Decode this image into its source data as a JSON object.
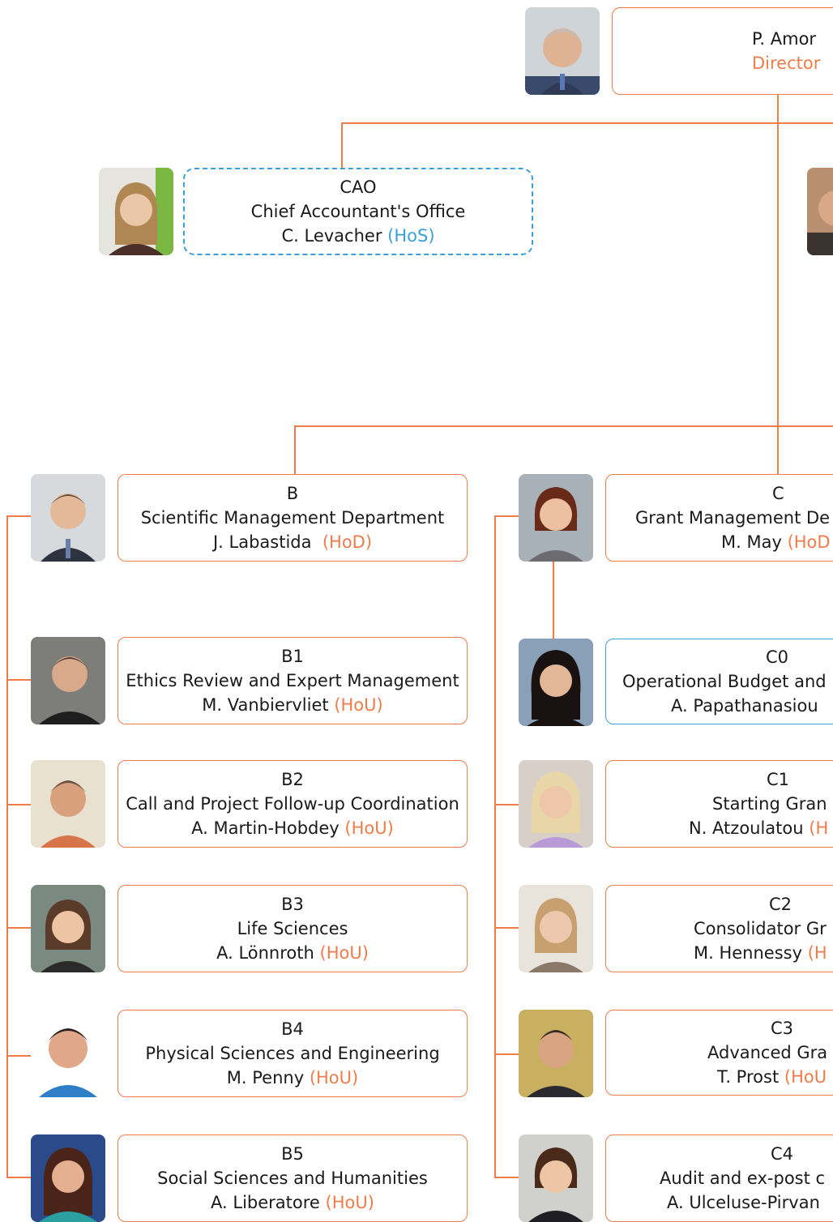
{
  "director": {
    "name": "P. Amor",
    "role": "Director"
  },
  "cao": {
    "code": "CAO",
    "title": "Chief Accountant's Office",
    "person": "C. Levacher",
    "tag": "(HoS)"
  },
  "dept_b": {
    "head": {
      "code": "B",
      "title": "Scientific Management Department",
      "person": "J. Labastida",
      "tag": "(HoD)"
    },
    "units": [
      {
        "code": "B1",
        "title": "Ethics Review and Expert Management",
        "person": "M. Vanbiervliet",
        "tag": "(HoU)"
      },
      {
        "code": "B2",
        "title": "Call and Project Follow-up Coordination",
        "person": "A. Martin-Hobdey",
        "tag": "(HoU)"
      },
      {
        "code": "B3",
        "title": "Life Sciences",
        "person": "A. Lönnroth",
        "tag": "(HoU)"
      },
      {
        "code": "B4",
        "title": "Physical Sciences and Engineering",
        "person": "M. Penny",
        "tag": "(HoU)"
      },
      {
        "code": "B5",
        "title": "Social Sciences and Humanities",
        "person": "A. Liberatore",
        "tag": "(HoU)"
      }
    ]
  },
  "dept_c": {
    "head": {
      "code": "C",
      "title": "Grant Management De",
      "person": "M. May",
      "tag": "(HoD"
    },
    "units": [
      {
        "code": "C0",
        "title": "Operational Budget and",
        "person": "A. Papathanasiou",
        "tag": ""
      },
      {
        "code": "C1",
        "title": "Starting Gran",
        "person": "N. Atzoulatou",
        "tag": "(H"
      },
      {
        "code": "C2",
        "title": "Consolidator Gr",
        "person": "M. Hennessy",
        "tag": "(H"
      },
      {
        "code": "C3",
        "title": "Advanced Gra",
        "person": "T. Prost",
        "tag": "(HoU"
      },
      {
        "code": "C4",
        "title": "Audit and ex-post c",
        "person": "A. Ulceluse-Pirvan",
        "tag": ""
      }
    ]
  },
  "colors": {
    "accent": "#f07c4a",
    "blue": "#3aa0dc"
  }
}
